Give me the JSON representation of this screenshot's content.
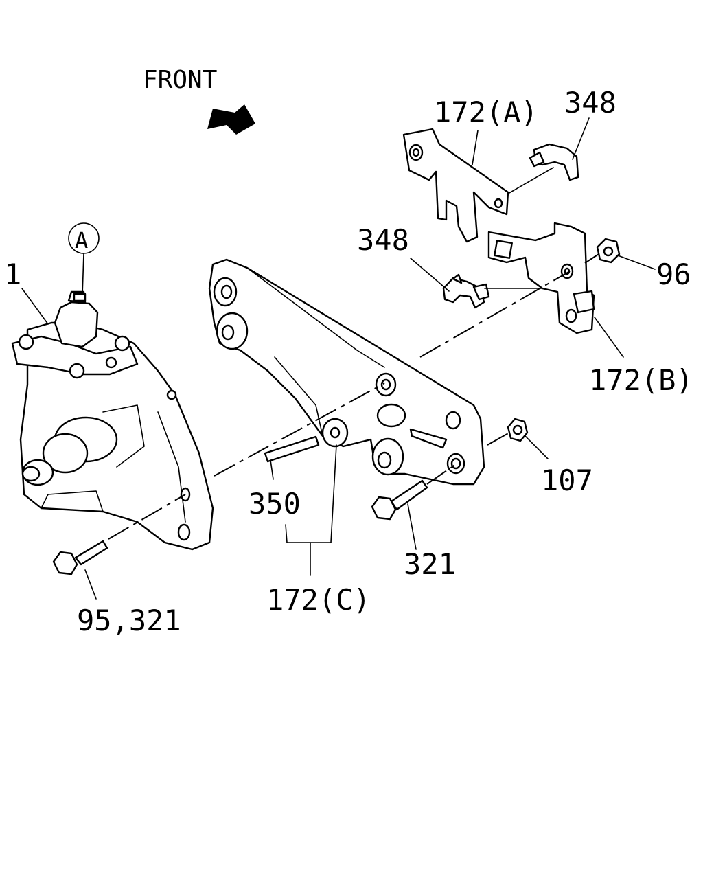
{
  "direction": {
    "label": "FRONT",
    "icon": "arrow-up-left-icon"
  },
  "callout": {
    "letter": "A"
  },
  "labels": {
    "part_1": "1",
    "part_172a": "172(A)",
    "part_348_top": "348",
    "part_348_mid": "348",
    "part_96": "96",
    "part_172b": "172(B)",
    "part_107": "107",
    "part_350": "350",
    "part_321": "321",
    "part_172c": "172(C)",
    "part_95_321": "95,321"
  }
}
